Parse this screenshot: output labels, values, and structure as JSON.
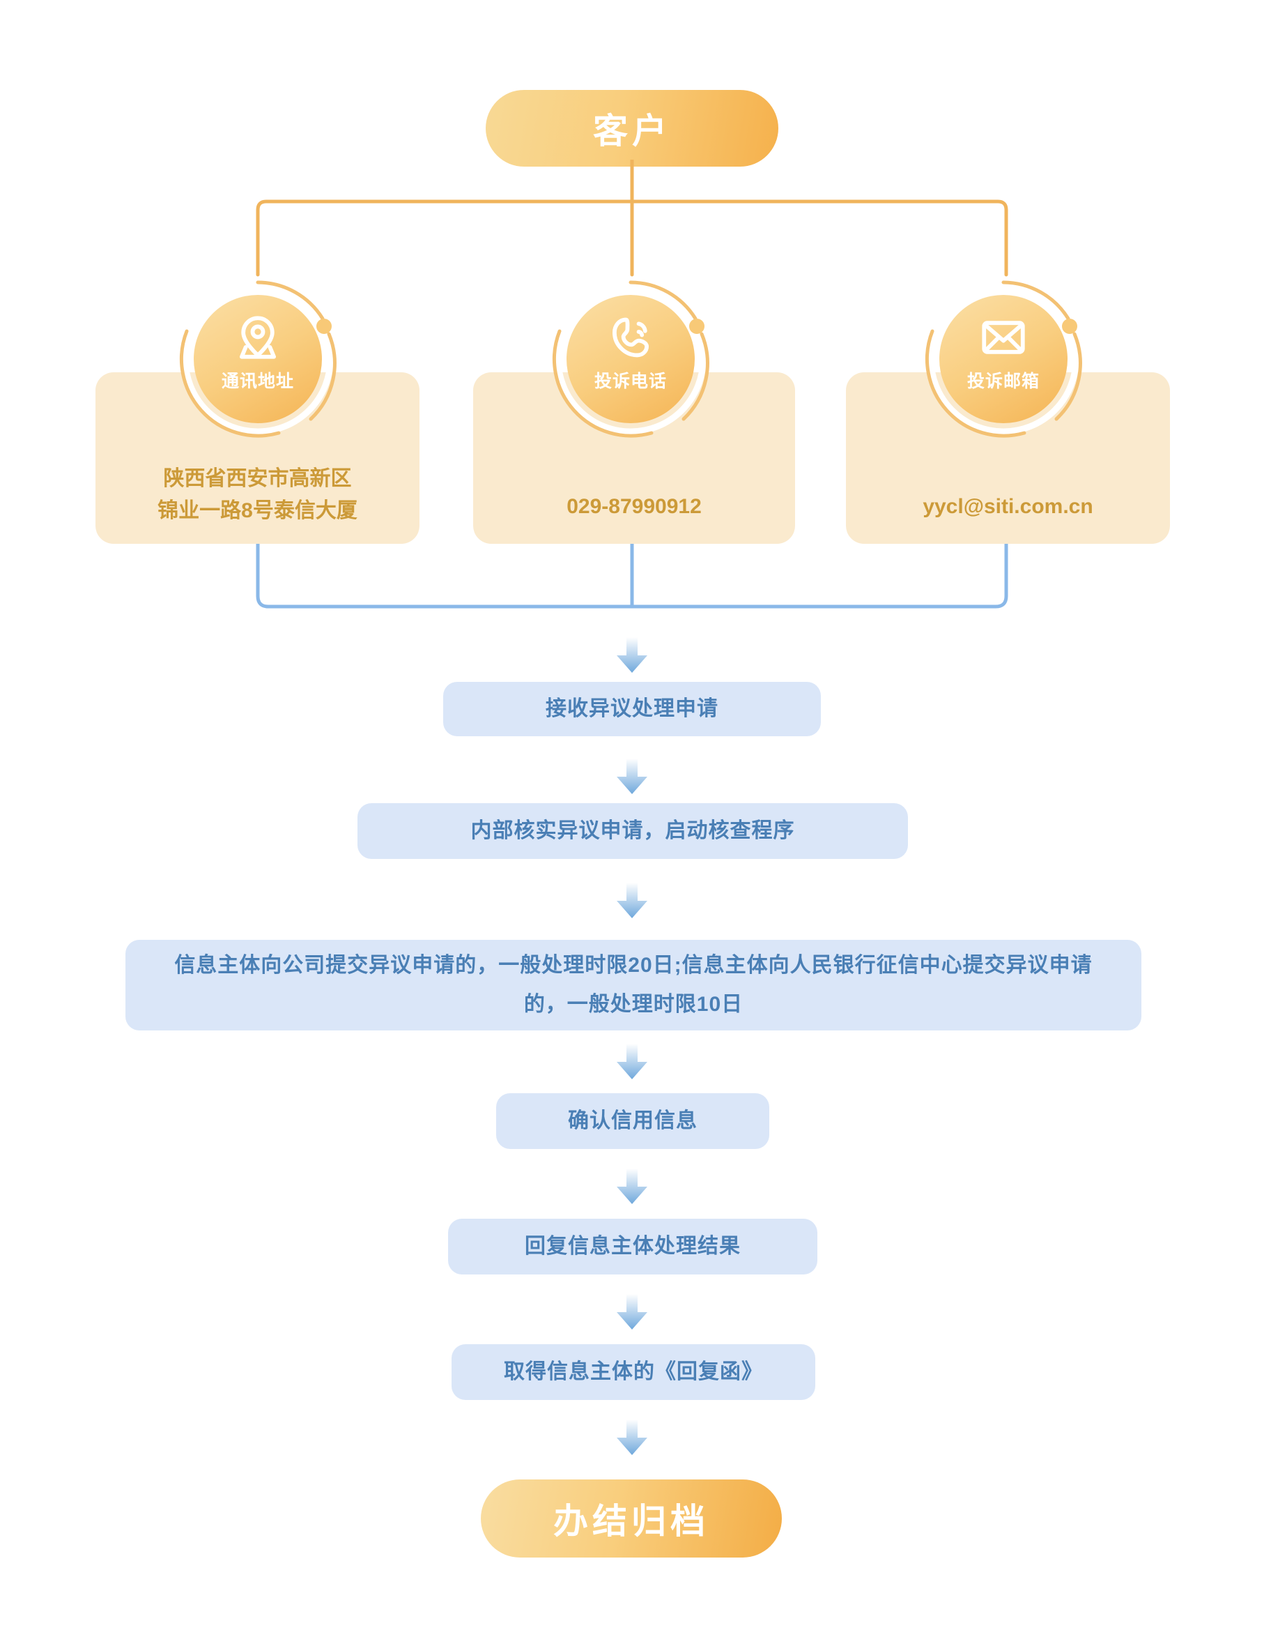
{
  "top": {
    "label": "客户"
  },
  "bottom": {
    "label": "办结归档"
  },
  "contacts": [
    {
      "icon": "location-pin-icon",
      "label": "通讯地址",
      "line1": "陕西省西安市高新区",
      "line2": "锦业一路8号泰信大厦"
    },
    {
      "icon": "phone-call-icon",
      "label": "投诉电话",
      "line1": "029-87990912",
      "line2": ""
    },
    {
      "icon": "envelope-icon",
      "label": "投诉邮箱",
      "line1": "yycl@siti.com.cn",
      "line2": ""
    }
  ],
  "steps": [
    {
      "text": "接收异议处理申请"
    },
    {
      "text": "内部核实异议申请，启动核查程序"
    },
    {
      "text": "信息主体向公司提交异议申请的，一般处理时限20日;信息主体向人民银行征信中心提交异议申请的，一般处理时限10日"
    },
    {
      "text": "确认信用信息"
    },
    {
      "text": "回复信息主体处理结果"
    },
    {
      "text": "取得信息主体的《回复函》"
    }
  ],
  "colors": {
    "orange_light": "#f8d995",
    "orange_deep": "#f5b14c",
    "card_bg": "#faeace",
    "card_text": "#cc9a38",
    "box_bg": "#dae6f8",
    "box_text": "#4a7fb5",
    "connector_orange": "#f0b45c",
    "connector_blue": "#8ab8e8",
    "arrow_blue": "#6fa8dc"
  }
}
